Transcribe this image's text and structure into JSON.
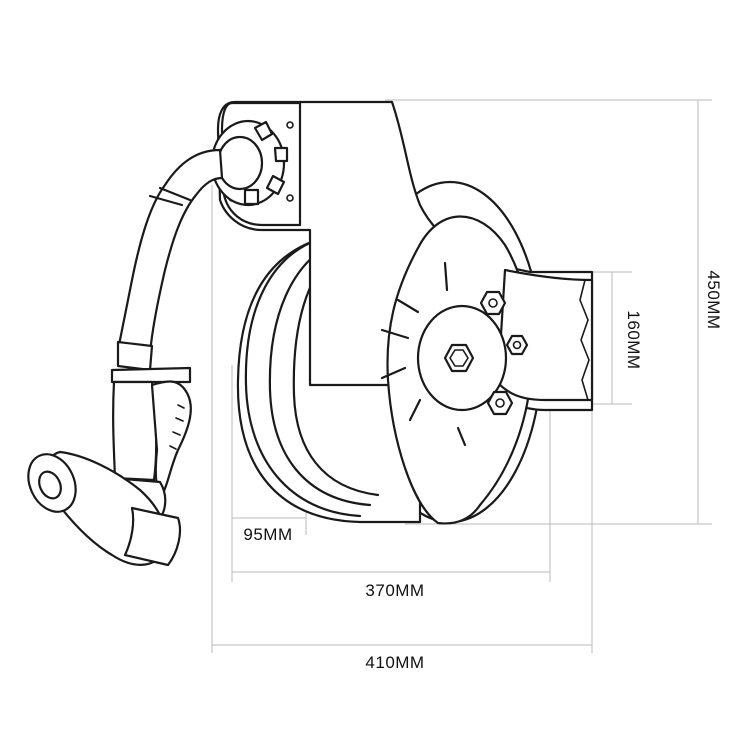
{
  "dimensions": {
    "height_label": "450MM",
    "bracket_label": "160MM",
    "hose_width_label": "95MM",
    "reel_width_label": "370MM",
    "overall_width_label": "410MM"
  }
}
